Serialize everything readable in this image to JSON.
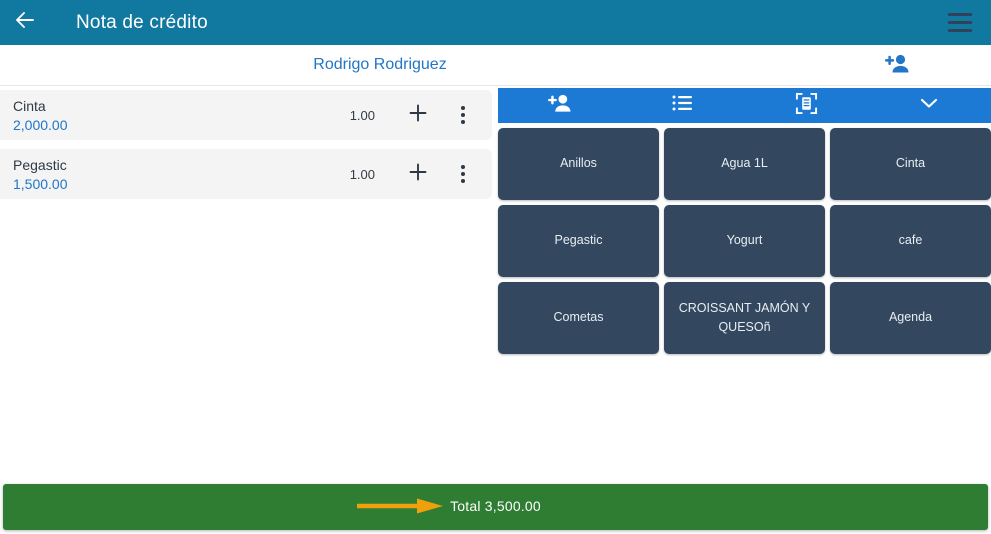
{
  "appbar": {
    "back_icon": "back-arrow-icon",
    "title": "Nota de crédito",
    "menu_icon": "hamburger-menu-icon",
    "background": "#11799F"
  },
  "customer": {
    "name": "Rodrigo Rodriguez",
    "name_color": "#2275C8",
    "add_customer_icon": "add-person-icon"
  },
  "cart": {
    "items": [
      {
        "name": "Cinta",
        "price": "2,000.00",
        "qty": "1.00",
        "plus_icon": "plus-icon",
        "more_icon": "more-vertical-icon"
      },
      {
        "name": "Pegastic",
        "price": "1,500.00",
        "qty": "1.00",
        "plus_icon": "plus-icon",
        "more_icon": "more-vertical-icon"
      }
    ]
  },
  "toolbar": {
    "background": "#1C7AD4",
    "buttons": [
      {
        "icon": "add-person-icon"
      },
      {
        "icon": "list-icon"
      },
      {
        "icon": "document-scan-icon"
      },
      {
        "icon": "chevron-down-icon"
      }
    ]
  },
  "products": {
    "tile_color": "#33485F",
    "tiles": [
      {
        "label": "Anillos"
      },
      {
        "label": "Agua 1L"
      },
      {
        "label": "Cinta"
      },
      {
        "label": "Pegastic"
      },
      {
        "label": "Yogurt"
      },
      {
        "label": "cafe"
      },
      {
        "label": "Cometas"
      },
      {
        "label": "CROISSANT JAMÓN Y QUESOñ"
      },
      {
        "label": "Agenda"
      }
    ]
  },
  "total": {
    "text": "Total 3,500.00",
    "background": "#2E7D32",
    "annotation_arrow_color": "#EFA00B",
    "annotation_icon": "annotation-arrow-icon"
  }
}
